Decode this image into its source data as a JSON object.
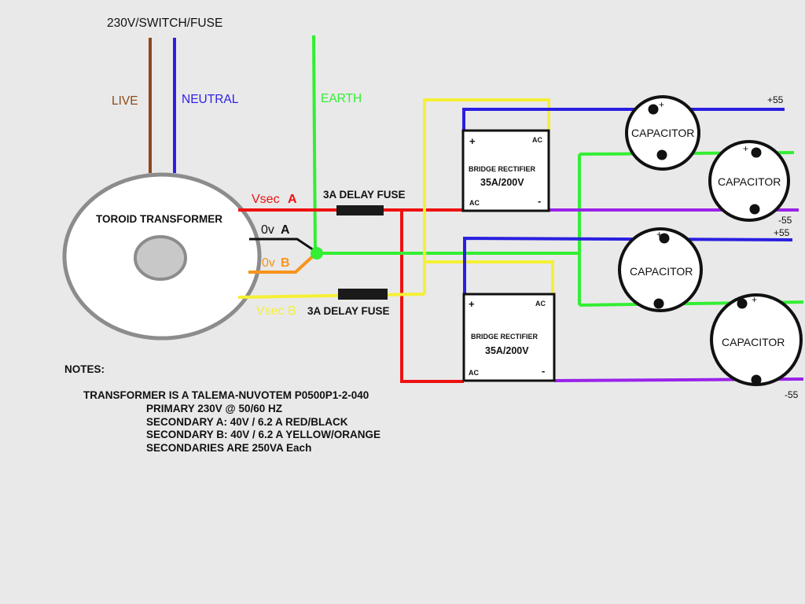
{
  "header": {
    "supply_label": "230V/SWITCH/FUSE"
  },
  "wires": {
    "live": "LIVE",
    "neutral": "NEUTRAL",
    "earth": "EARTH",
    "vsec_a": "Vsec",
    "vsec_a_suffix": "A",
    "zero_a": "0v",
    "zero_a_suffix": "A",
    "zero_b": "0v",
    "zero_b_suffix": "B",
    "vsec_b": "Vsec B"
  },
  "transformer": {
    "label": "TOROID TRANSFORMER"
  },
  "fuses": {
    "fuse_a": "3A DELAY FUSE",
    "fuse_b": "3A DELAY FUSE"
  },
  "rectifiers": {
    "top": {
      "plus": "+",
      "ac_top": "AC",
      "name": "BRIDGE RECTIFIER",
      "rating": "35A/200V",
      "ac_bottom": "AC",
      "minus": "-"
    },
    "bottom": {
      "plus": "+",
      "ac_top": "AC",
      "name": "BRIDGE RECTIFIER",
      "rating": "35A/200V",
      "ac_bottom": "AC",
      "minus": "-"
    }
  },
  "capacitors": {
    "c1": {
      "label": "CAPACITOR",
      "plus": "+"
    },
    "c2": {
      "label": "CAPACITOR",
      "plus": "+"
    },
    "c3": {
      "label": "CAPACITOR",
      "plus": "+"
    },
    "c4": {
      "label": "CAPACITOR",
      "plus": "+"
    }
  },
  "rails": {
    "pos_top": "+55",
    "neg_top": "-55",
    "pos_bottom": "+55",
    "neg_bottom": "-55"
  },
  "notes": {
    "heading": "NOTES:",
    "lines": [
      "TRANSFORMER IS A TALEMA-NUVOTEM P0500P1-2-040",
      "PRIMARY 230V @ 50/60 HZ",
      "SECONDARY A: 40V / 6.2 A RED/BLACK",
      "SECONDARY B: 40V / 6.2 A YELLOW/ORANGE",
      "SECONDARIES ARE 250VA Each"
    ]
  },
  "colors": {
    "live": "#8b4a1c",
    "neutral": "#2f1fe6",
    "earth": "#33ee33",
    "vsec_a": "#ee1111",
    "vsec_b": "#f5f035",
    "zero_b": "#f7941d",
    "negative": "#9a22e8",
    "positive": "#2a1fe0"
  }
}
